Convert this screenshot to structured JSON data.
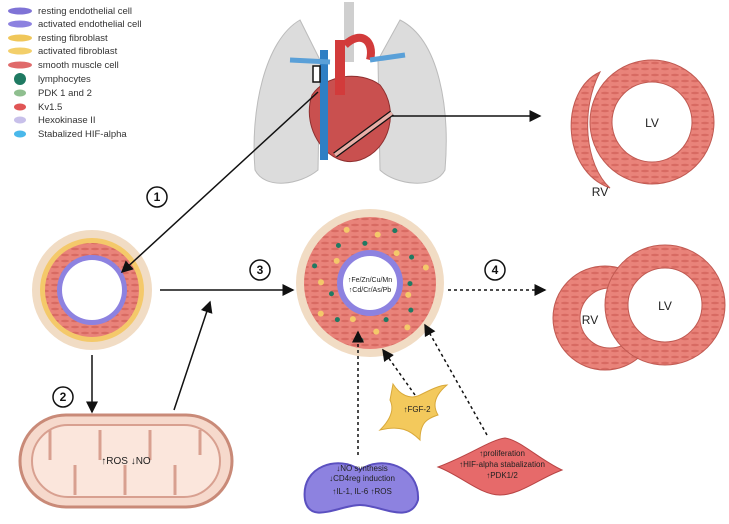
{
  "legend": [
    {
      "label": "resting endothelial cell",
      "icon": "resting-endothelial-cell-icon",
      "color": "#7f73d6"
    },
    {
      "label": "activated endothelial cell",
      "icon": "activated-endothelial-cell-icon",
      "color": "#8d82e0"
    },
    {
      "label": "resting fibroblast",
      "icon": "resting-fibroblast-icon",
      "color": "#f0c75a"
    },
    {
      "label": "activated fibroblast",
      "icon": "activated-fibroblast-icon",
      "color": "#f3cf6a"
    },
    {
      "label": "smooth muscle cell",
      "icon": "smooth-muscle-cell-icon",
      "color": "#e06a6a"
    },
    {
      "label": "lymphocytes",
      "icon": "lymphocyte-icon",
      "color": "#1f7a62"
    },
    {
      "label": "PDK 1 and 2",
      "icon": "pdk-icon",
      "color": "#8fbf8f"
    },
    {
      "label": "Kv1.5",
      "icon": "kv15-icon",
      "color": "#e05555"
    },
    {
      "label": "Hexokinase II",
      "icon": "hexokinase-icon",
      "color": "#c8c0ea"
    },
    {
      "label": "Stabalized HIF-alpha",
      "icon": "hif-alpha-icon",
      "color": "#4ab8ea"
    }
  ],
  "steps": [
    "1",
    "2",
    "3",
    "4"
  ],
  "heart_top": {
    "lv": "LV",
    "rv": "RV"
  },
  "heart_bottom": {
    "lv": "LV",
    "rv": "RV"
  },
  "vessel_metals": {
    "line1": "↑Fe/Zn/Cu/Mn",
    "line2": "↑Cd/Cr/As/Pb"
  },
  "mitochondria": {
    "text": "↑ROS ↓NO"
  },
  "fibroblast": {
    "text": "↑FGF-2"
  },
  "endothelial": {
    "line1": "↓NO synthesis",
    "line2": "↓CD4reg induction",
    "line3": "↑IL-1, IL-6   ↑ROS"
  },
  "smooth_muscle": {
    "line1": "↑proliferation",
    "line2": "↑HIF-alpha stabalization",
    "line3": "↑PDK1/2"
  }
}
